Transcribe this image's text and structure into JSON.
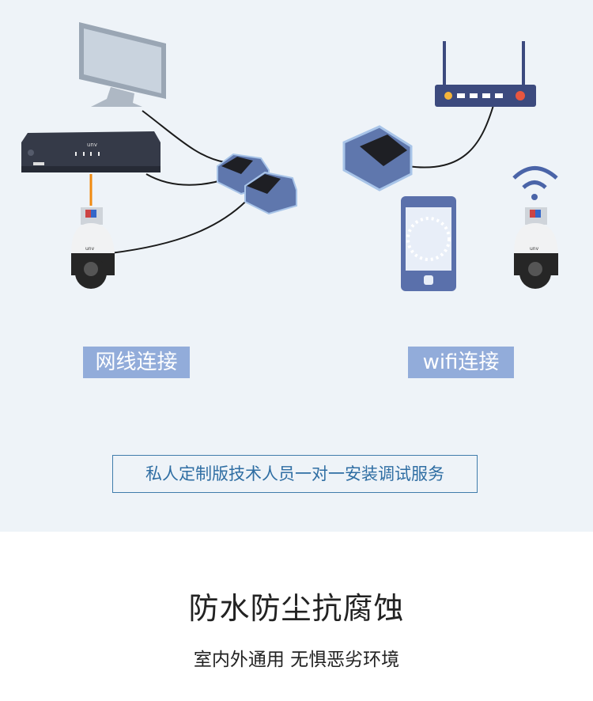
{
  "brand_logo": "unv",
  "labels": {
    "wired": "网线连接",
    "wifi": "wifi连接"
  },
  "service": "私人定制版技术人员一对一安装调试服务",
  "feature": {
    "title": "防水防尘抗腐蚀",
    "subtitle": "室内外通用 无惧恶劣环境"
  },
  "colors": {
    "tag_bg": "#92acda",
    "service_border": "#3f7cab",
    "panel_bg": "#eef3f8"
  }
}
